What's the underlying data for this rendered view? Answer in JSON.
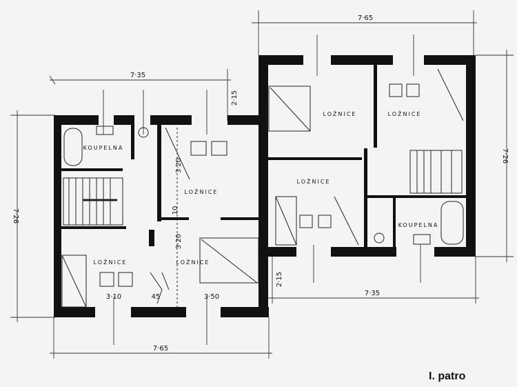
{
  "title": "I. patro",
  "left_unit": {
    "dim_top": "7·35",
    "dim_offset": "2·15",
    "dim_left": "7·26",
    "dim_bottom": "7·65",
    "dim_room_a": "3·20",
    "dim_room_b": "3·20",
    "dim_wall": "10",
    "dim_bottom_left": "3·10",
    "dim_door": "45",
    "dim_bottom_right": "3·50",
    "rooms": [
      "KOUPELNA",
      "LOŽNICE",
      "LOŽNICE",
      "LOŽNICE"
    ]
  },
  "right_unit": {
    "dim_top": "7·65",
    "dim_right": "7·26",
    "dim_offset": "2·15",
    "dim_bottom": "7·35",
    "rooms": [
      "LOŽNICE",
      "LOŽNICE",
      "LOŽNICE",
      "KOUPELNA"
    ]
  }
}
